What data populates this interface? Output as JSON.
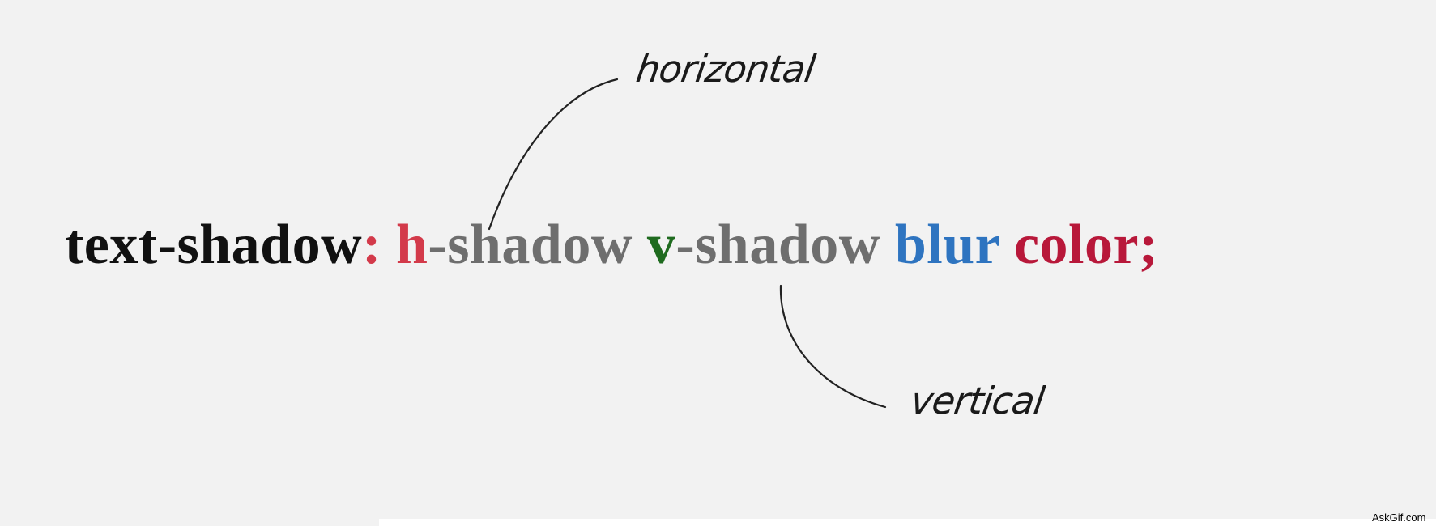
{
  "syntax": {
    "property": "text-shadow",
    "colon": ":",
    "h_letter": "h",
    "h_rest": "-shadow",
    "v_letter": "v",
    "v_rest": "-shadow",
    "blur": "blur",
    "color_word": "color",
    "semicolon": ";"
  },
  "annotations": {
    "horizontal": "horizontal",
    "vertical": "vertical"
  },
  "watermark": "AskGif.com",
  "colors": {
    "background": "#f2f2f2",
    "property": "#111111",
    "colon": "#d33a4a",
    "h_letter": "#d33a4a",
    "shadow_text": "#6e6e6e",
    "v_letter": "#1f6b1f",
    "blur": "#2e74c0",
    "color_word": "#b8183a",
    "connector": "#222222"
  }
}
